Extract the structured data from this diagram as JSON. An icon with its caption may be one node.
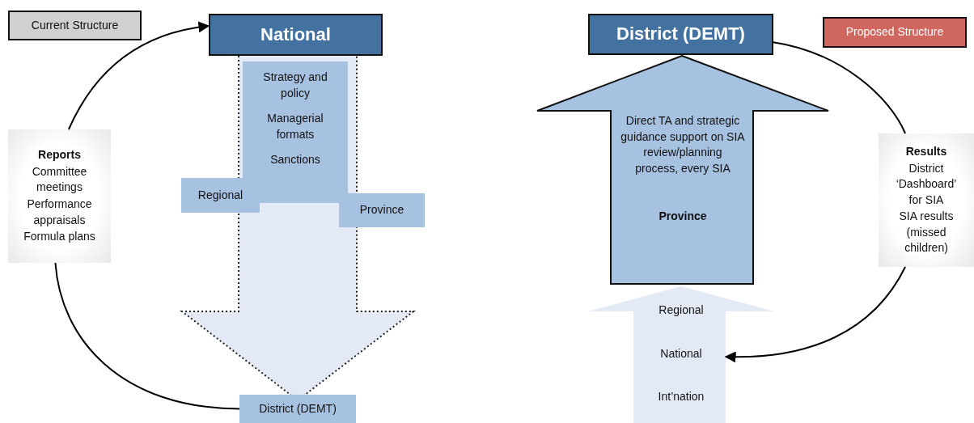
{
  "diagram": {
    "nodes": [
      {
        "text": [
          "Current Structure"
        ]
      },
      {
        "text": [
          "National"
        ]
      },
      {
        "text": [
          "Strategy and policy",
          "Managerial formats",
          "Sanctions"
        ]
      },
      {
        "text": [
          "Regional"
        ]
      },
      {
        "text": [
          "Province"
        ]
      },
      {
        "text": [
          "District (DEMT)"
        ]
      },
      {
        "text": [
          "Reports",
          "Committee meetings",
          "Performance appraisals",
          "Formula plans"
        ]
      },
      {
        "text": [
          "District (DEMT)"
        ]
      },
      {
        "text": [
          "Proposed Structure"
        ]
      },
      {
        "text": [
          "Direct TA and strategic guidance support on SIA review/planning process, every SIA",
          "Province"
        ]
      },
      {
        "text": [
          "Regional",
          "National",
          "Int’nation"
        ]
      },
      {
        "text": [
          "Results",
          "District ‘Dashboard’ for SIA",
          "SIA results (missed children)"
        ]
      }
    ],
    "edges": [
      {
        "from": 1,
        "to": 5,
        "arrow": "to",
        "style": "thick"
      },
      {
        "from": 5,
        "to": 6,
        "arrow": "none"
      },
      {
        "from": 6,
        "to": 1,
        "arrow": "to"
      },
      {
        "from": 7,
        "to": 11,
        "arrow": "none"
      },
      {
        "from": 11,
        "to": 10,
        "arrow": "to"
      }
    ]
  }
}
